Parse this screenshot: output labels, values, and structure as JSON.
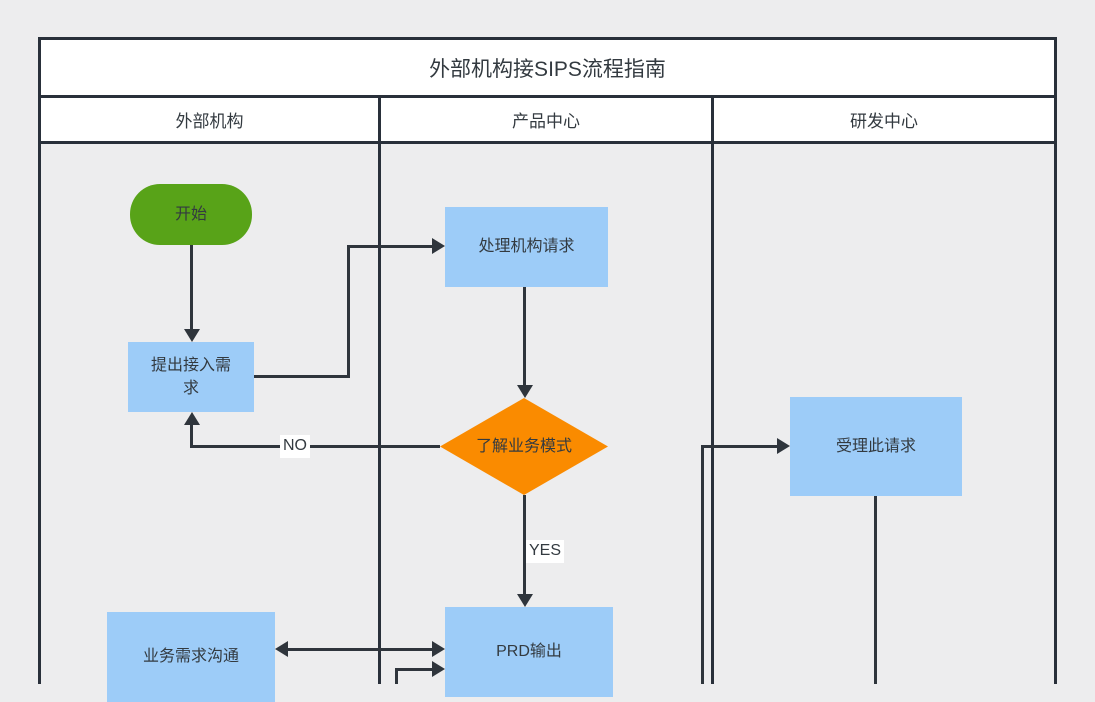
{
  "diagram": {
    "title": "外部机构接SIPS流程指南",
    "lanes": [
      {
        "label": "外部机构"
      },
      {
        "label": "产品中心"
      },
      {
        "label": "研发中心"
      }
    ],
    "nodes": {
      "start": {
        "label": "开始",
        "type": "start"
      },
      "propose": {
        "label": "提出接入需求",
        "type": "process"
      },
      "handle": {
        "label": "处理机构请求",
        "type": "process"
      },
      "decision": {
        "label": "了解业务模式",
        "type": "decision"
      },
      "accept": {
        "label": "受理此请求",
        "type": "process"
      },
      "comm": {
        "label": "业务需求沟通",
        "type": "process"
      },
      "prd": {
        "label": "PRD输出",
        "type": "process"
      }
    },
    "edge_labels": {
      "no": "NO",
      "yes": "YES"
    },
    "colors": {
      "background": "#ededee",
      "frame": "#29303a",
      "connector": "#2f353c",
      "process_fill": "#9dccf8",
      "start_fill": "#58a318",
      "decision_fill": "#fa8b00",
      "text": "#333a40"
    }
  }
}
